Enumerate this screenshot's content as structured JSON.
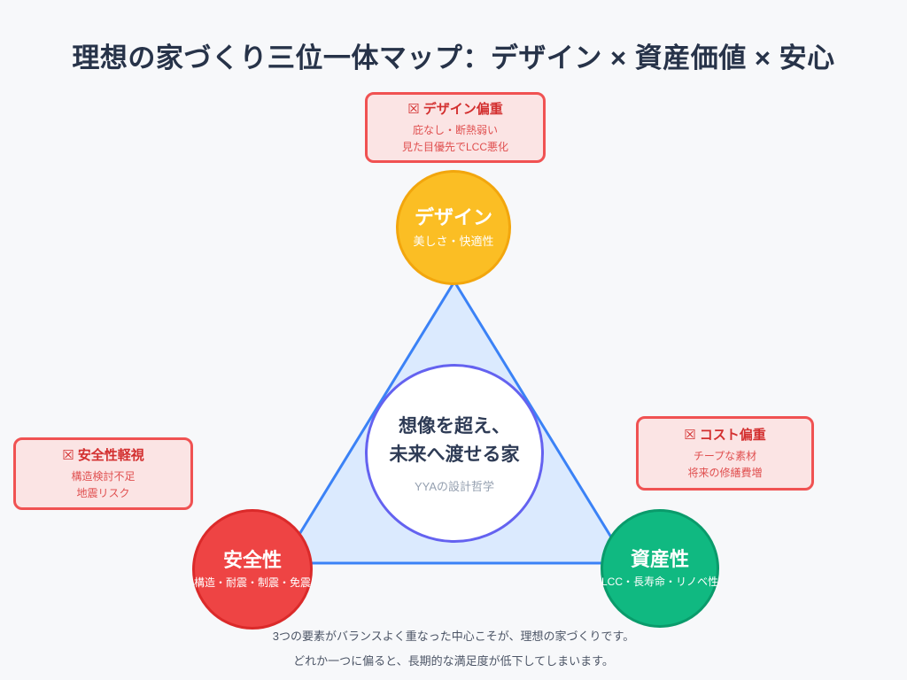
{
  "title": "理想の家づくり三位一体マップ：デザイン × 資産価値 × 安心",
  "center": {
    "line1": "想像を超え、",
    "line2": "未来へ渡せる家",
    "sub": "YYAの設計哲学"
  },
  "nodes": {
    "design": {
      "label": "デザイン",
      "sub": "美しさ・快適性",
      "fill": "#fbbe24",
      "border": "#f2a60d"
    },
    "safety": {
      "label": "安全性",
      "sub": "構造・耐震・制震・免震",
      "fill": "#ee4444",
      "border": "#db2a2a"
    },
    "asset": {
      "label": "資産性",
      "sub": "LCC・長寿命・リノベ性",
      "fill": "#10b981",
      "border": "#0a9b6b"
    }
  },
  "warnings": {
    "design": {
      "icon": "☒",
      "title": "デザイン偏重",
      "lines": [
        "庇なし・断熱弱い",
        "見た目優先でLCC悪化"
      ]
    },
    "safety": {
      "icon": "☒",
      "title": "安全性軽視",
      "lines": [
        "構造検討不足",
        "地震リスク"
      ]
    },
    "cost": {
      "icon": "☒",
      "title": "コスト偏重",
      "lines": [
        "チープな素材",
        "将来の修繕費増"
      ]
    }
  },
  "footer": {
    "line1": "3つの要素がバランスよく重なった中心こそが、理想の家づくりです。",
    "line2": "どれか一つに偏ると、長期的な満足度が低下してしまいます。"
  },
  "palette": {
    "background": "#f7f8fa",
    "title_text": "#273349",
    "triangle_fill": "#dbeafe",
    "triangle_stroke": "#3b82f6",
    "center_border": "#6462f0",
    "warning_bg": "#fbe4e4",
    "warning_border": "#f05252",
    "warning_text": "#d32f2f",
    "footer_text": "#4c5566"
  }
}
